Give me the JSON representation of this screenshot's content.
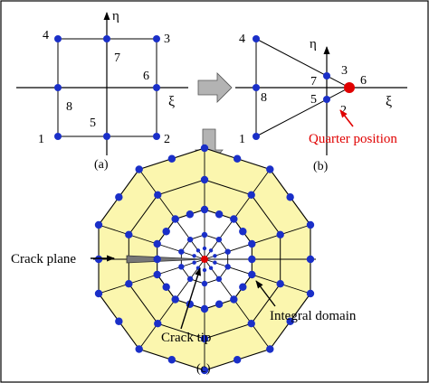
{
  "panel_a": {
    "axis_x_label": "ξ",
    "axis_y_label": "η",
    "node_labels": [
      "1",
      "2",
      "3",
      "4",
      "5",
      "6",
      "7",
      "8"
    ],
    "caption": "(a)"
  },
  "panel_b": {
    "axis_x_label": "ξ",
    "axis_y_label": "η",
    "node_labels": [
      "1",
      "2",
      "3",
      "4",
      "5",
      "6",
      "7",
      "8"
    ],
    "caption": "(b)",
    "annotation": "Quarter position"
  },
  "panel_c": {
    "caption": "(c)",
    "labels": {
      "crack_plane": "Crack plane",
      "crack_tip": "Crack tip",
      "integral_domain": "Integral domain"
    }
  },
  "colors": {
    "node": "#1a2fc8",
    "crack_tip": "#e00000",
    "domain_fill": "#fbf6ae",
    "arrow_fill": "#b3b3b3",
    "annotation_text": "#e00000"
  }
}
